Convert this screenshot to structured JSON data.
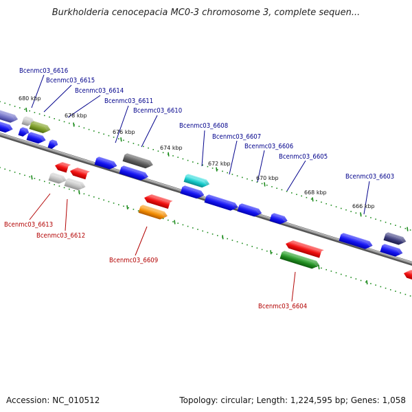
{
  "title": "Burkholderia cenocepacia MC0-3 chromosome 3, complete sequen...",
  "footer": {
    "accession": "Accession: NC_010512",
    "summary": "Topology: circular; Length: 1,224,595 bp; Genes: 1,058"
  },
  "colors": {
    "backbone": "#808080",
    "tick": "#1a8a1a",
    "forward_label": "#00008b",
    "reverse_label": "#b20000"
  },
  "ticks": [
    {
      "label": "680 kbp"
    },
    {
      "label": "678 kbp"
    },
    {
      "label": "676 kbp"
    },
    {
      "label": "674 kbp"
    },
    {
      "label": "672 kbp"
    },
    {
      "label": "670 kbp"
    },
    {
      "label": "668 kbp"
    },
    {
      "label": "666 kbp"
    }
  ],
  "forward_labels": [
    {
      "text": "Bcenmc03_6616"
    },
    {
      "text": "Bcenmc03_6615"
    },
    {
      "text": "Bcenmc03_6614"
    },
    {
      "text": "Bcenmc03_6611"
    },
    {
      "text": "Bcenmc03_6610"
    },
    {
      "text": "Bcenmc03_6608"
    },
    {
      "text": "Bcenmc03_6607"
    },
    {
      "text": "Bcenmc03_6606"
    },
    {
      "text": "Bcenmc03_6605"
    },
    {
      "text": "Bcenmc03_6603"
    }
  ],
  "reverse_labels": [
    {
      "text": "Bcenmc03_6613"
    },
    {
      "text": "Bcenmc03_6612"
    },
    {
      "text": "Bcenmc03_6609"
    },
    {
      "text": "Bcenmc03_6604"
    }
  ]
}
